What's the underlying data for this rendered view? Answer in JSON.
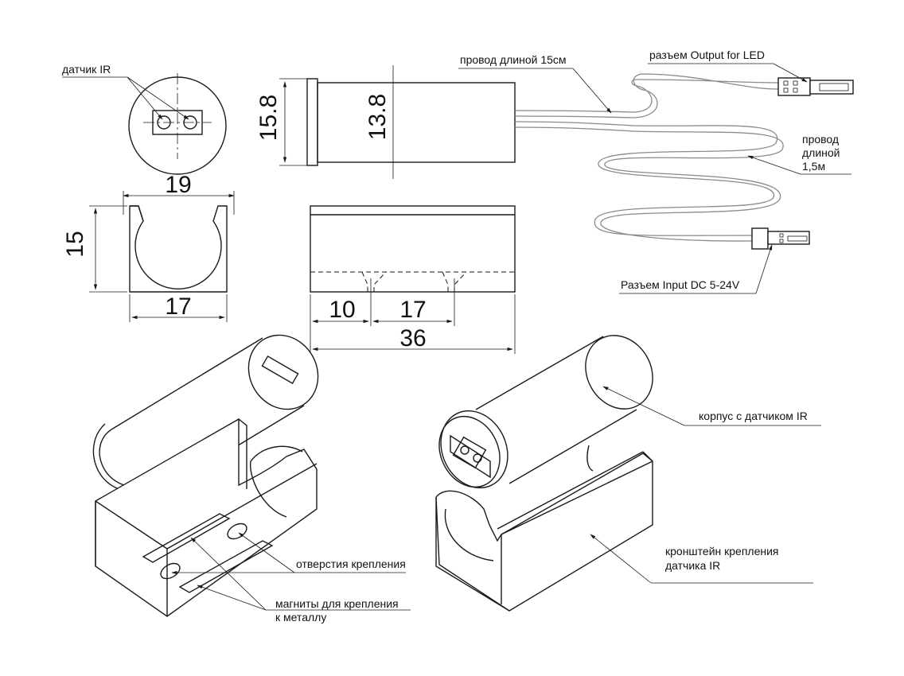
{
  "labels": {
    "ir_sensor": "датчик IR",
    "wire_15cm": "провод длиной 15см",
    "output_connector": "разъем Output for LED",
    "wire_15m_line1": "провод",
    "wire_15m_line2": "длиной",
    "wire_15m_line3": "1,5м",
    "input_connector": "Разъем Input DC 5-24V",
    "housing": "корпус с датчиком IR",
    "mount_holes": "отверстия крепления",
    "magnets_line1": "магниты для крепления",
    "magnets_line2": "к металлу",
    "bracket_line1": "кронштейн крепления",
    "bracket_line2": "датчика IR"
  },
  "dimensions": {
    "d_15_8": "15.8",
    "d_13_8": "13.8",
    "d_19": "19",
    "d_15": "15",
    "d_17_side": "17",
    "d_10": "10",
    "d_17_bottom": "17",
    "d_36": "36"
  },
  "colors": {
    "line": "#1a1a1a",
    "wire": "#8a8a8a",
    "background": "#ffffff"
  }
}
